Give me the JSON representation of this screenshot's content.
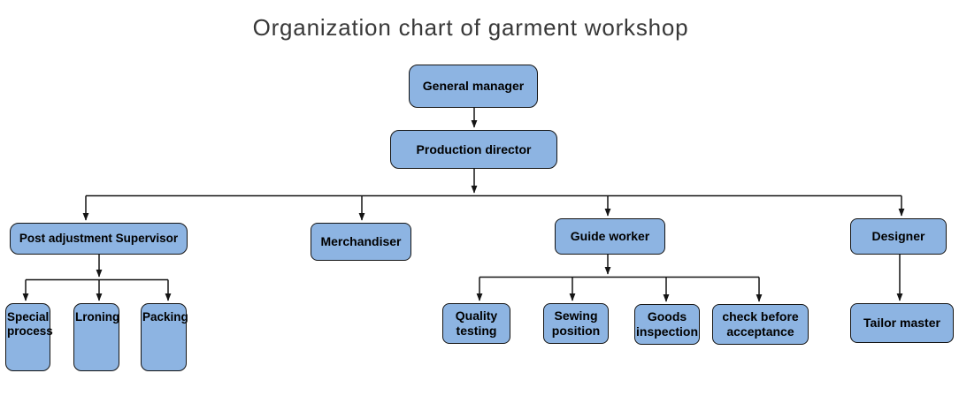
{
  "title": "Organization chart of garment workshop",
  "colors": {
    "box_fill": "#8db4e2",
    "box_border": "#141414",
    "connector": "#141414",
    "title_text": "#383838",
    "background": "#ffffff"
  },
  "nodes": {
    "general_manager": "General manager",
    "production_director": "Production director",
    "post_adjustment_supervisor": "Post adjustment Supervisor",
    "merchandiser": "Merchandiser",
    "guide_worker": "Guide worker",
    "designer": "Designer",
    "special_process": "Special process",
    "lroning": "Lroning",
    "packing": "Packing",
    "quality_testing": "Quality testing",
    "sewing_position": "Sewing position",
    "goods_inspection": "Goods inspection",
    "check_before_acceptance": "check before acceptance",
    "tailor_master": "Tailor master"
  },
  "edges": [
    [
      "general_manager",
      "production_director"
    ],
    [
      "production_director",
      "post_adjustment_supervisor"
    ],
    [
      "production_director",
      "merchandiser"
    ],
    [
      "production_director",
      "guide_worker"
    ],
    [
      "production_director",
      "designer"
    ],
    [
      "post_adjustment_supervisor",
      "special_process"
    ],
    [
      "post_adjustment_supervisor",
      "lroning"
    ],
    [
      "post_adjustment_supervisor",
      "packing"
    ],
    [
      "guide_worker",
      "quality_testing"
    ],
    [
      "guide_worker",
      "sewing_position"
    ],
    [
      "guide_worker",
      "goods_inspection"
    ],
    [
      "guide_worker",
      "check_before_acceptance"
    ],
    [
      "designer",
      "tailor_master"
    ]
  ]
}
